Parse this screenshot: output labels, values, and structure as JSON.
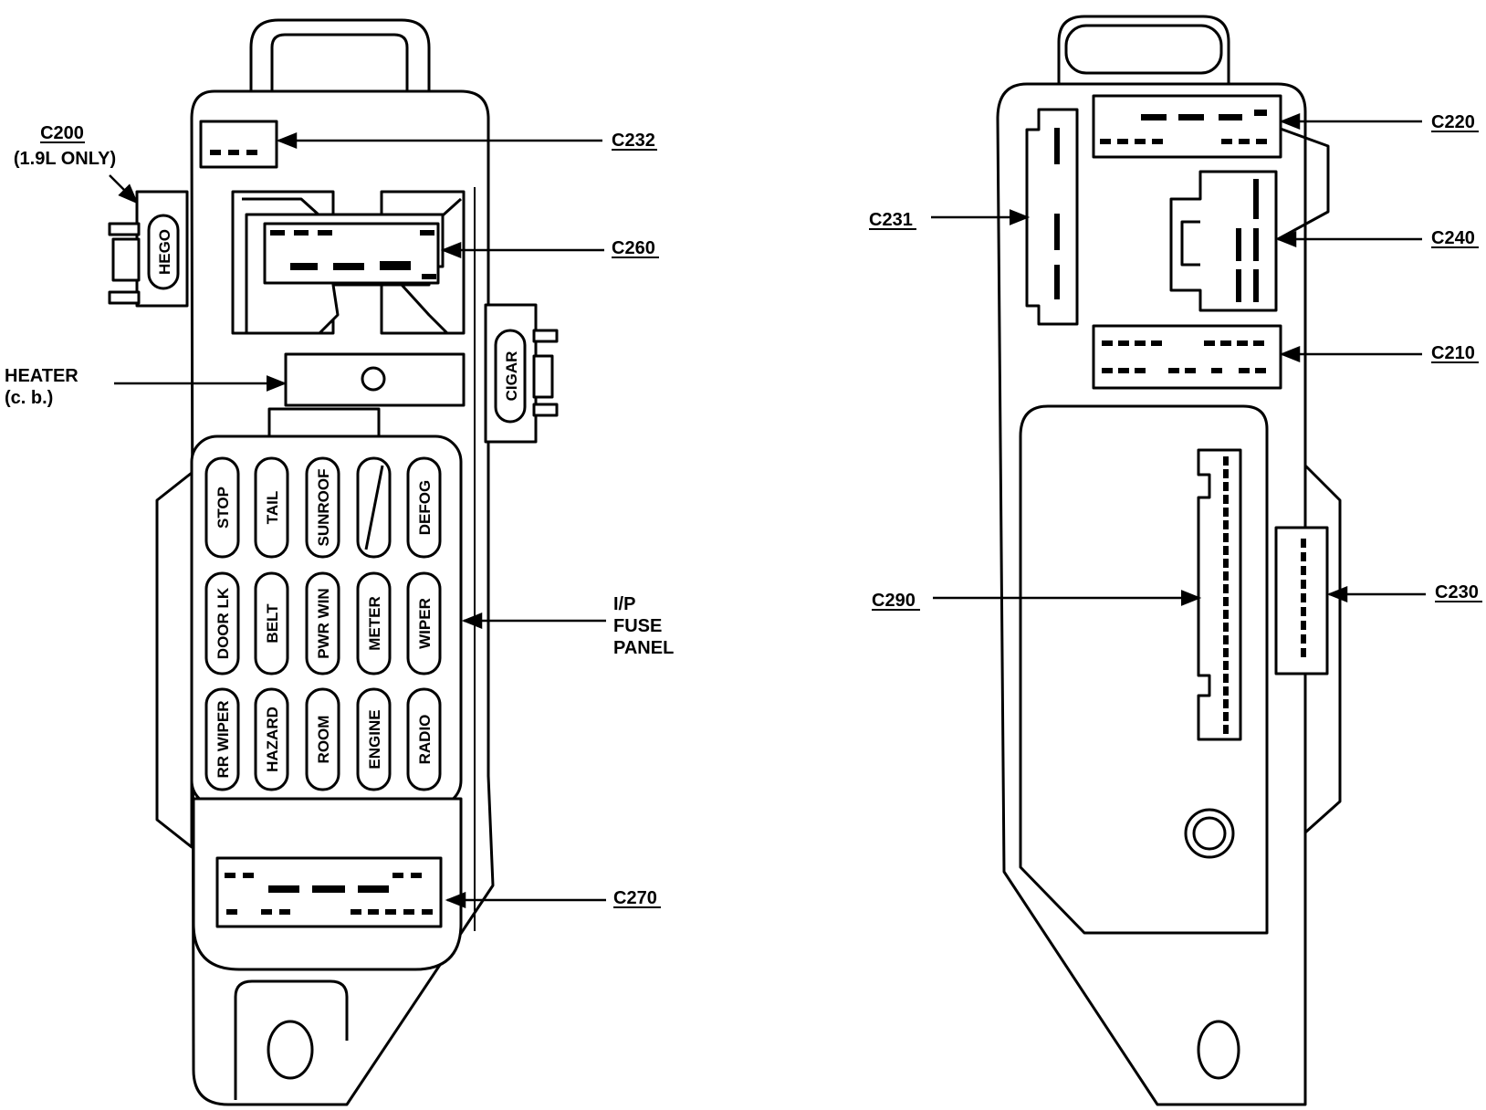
{
  "callouts": {
    "c200": "C200",
    "c200_note": "(1.9L ONLY)",
    "c232": "C232",
    "c260": "C260",
    "heater_1": "HEATER",
    "heater_2": "(c. b.)",
    "fuse_panel_1": "I/P",
    "fuse_panel_2": "FUSE",
    "fuse_panel_3": "PANEL",
    "c270": "C270",
    "c220": "C220",
    "c231": "C231",
    "c240": "C240",
    "c210": "C210",
    "c290": "C290",
    "c230": "C230"
  },
  "relays": {
    "hego": "HEGO",
    "cigar": "CIGAR"
  },
  "fuses": {
    "stop": "STOP",
    "tail": "TAIL",
    "sunroof": "SUNROOF",
    "defog": "DEFOG",
    "door_lk": "DOOR LK",
    "belt": "BELT",
    "pwr_win": "PWR WIN",
    "meter": "METER",
    "wiper": "WIPER",
    "rr_wiper": "RR WIPER",
    "hazard": "HAZARD",
    "room": "ROOM",
    "engine": "ENGINE",
    "radio": "RADIO"
  }
}
